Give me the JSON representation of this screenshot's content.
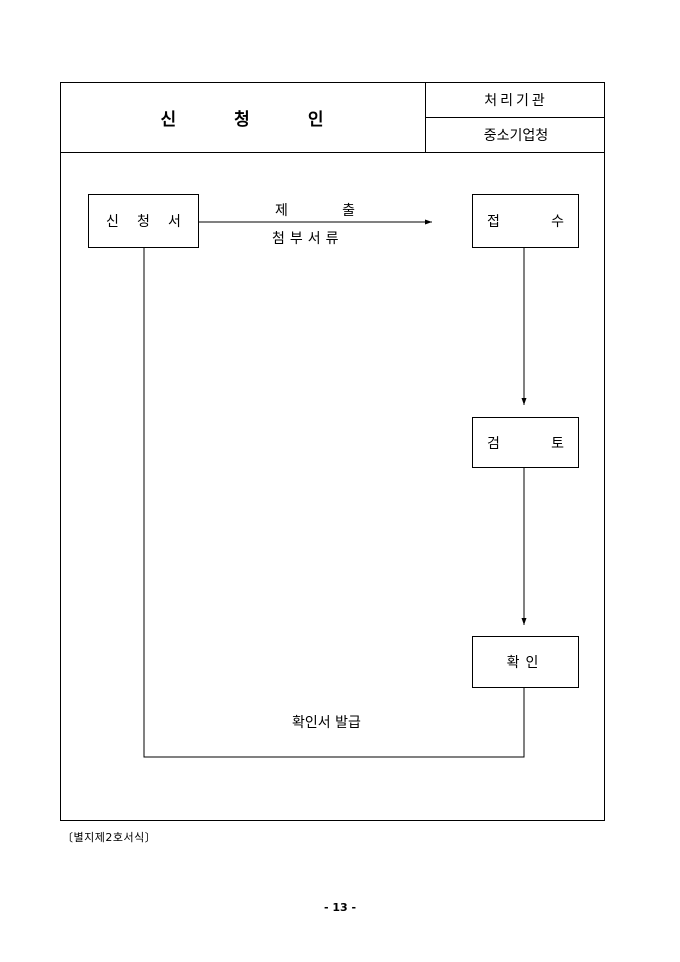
{
  "header": {
    "applicant_chars": [
      "신",
      "청",
      "인"
    ],
    "agency_title": "처리기관",
    "agency_name": "중소기업청"
  },
  "flow": {
    "application_chars": [
      "신",
      "청",
      "서"
    ],
    "submit_chars": [
      "제",
      "출"
    ],
    "attachments": "첨부서류",
    "receipt_chars": [
      "접",
      "수"
    ],
    "review_chars": [
      "검",
      "토"
    ],
    "confirm": "확인",
    "issue": "확인서 발급"
  },
  "footer": {
    "form_number": "〔별지제2호서식〕",
    "page_number": "- 13 -"
  }
}
